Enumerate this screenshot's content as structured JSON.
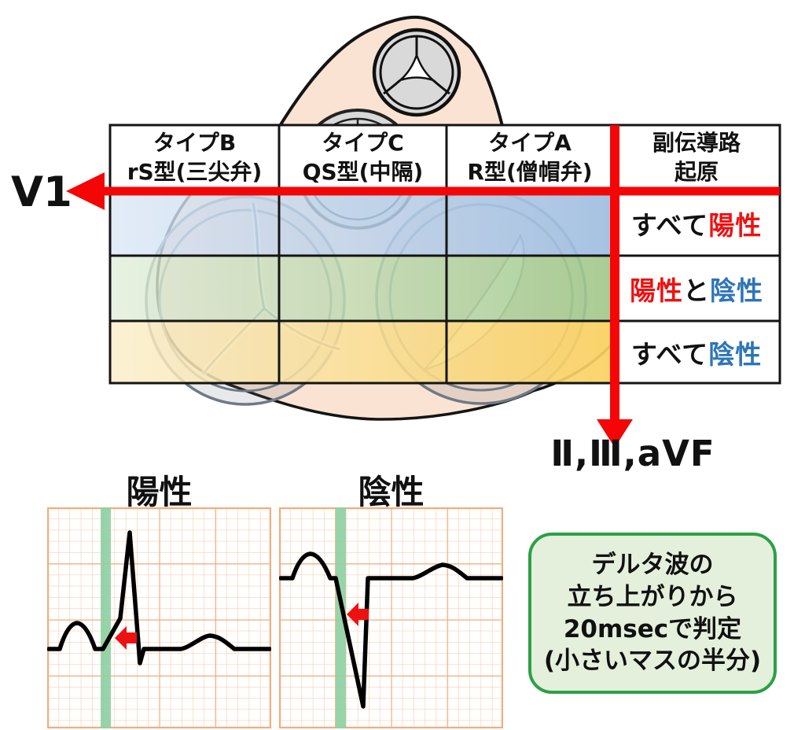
{
  "leads": {
    "horizontal_axis_label": "V1",
    "vertical_axis_label": "Ⅱ,Ⅲ,aVF"
  },
  "table": {
    "headers": [
      {
        "line1": "タイプB",
        "line2": "rS型(三尖弁)"
      },
      {
        "line1": "タイプC",
        "line2": "QS型(中隔)"
      },
      {
        "line1": "タイプA",
        "line2": "R型(僧帽弁)"
      },
      {
        "line1": "副伝導路",
        "line2": "起原"
      }
    ],
    "rows": [
      {
        "parts": [
          {
            "text": "すべて",
            "color": "black"
          },
          {
            "text": "陽性",
            "color": "red"
          }
        ]
      },
      {
        "parts": [
          {
            "text": "陽性",
            "color": "red"
          },
          {
            "text": "と",
            "color": "black"
          },
          {
            "text": "陰性",
            "color": "blue"
          }
        ]
      },
      {
        "parts": [
          {
            "text": "すべて",
            "color": "black"
          },
          {
            "text": "陰性",
            "color": "blue"
          }
        ]
      }
    ]
  },
  "ecg": {
    "positive_title": "陽性",
    "negative_title": "陰性"
  },
  "note": {
    "lines": [
      "デルタ波の",
      "立ち上がりから",
      "20msecで判定",
      "(小さいマスの半分)"
    ]
  },
  "palette": {
    "positive_red": "#ee1111",
    "negative_blue": "#2e75b6",
    "axis_arrow_red": "#f40606",
    "row_blue": "#9dbfe4",
    "row_green": "#9fc98b",
    "row_yellow": "#fad161",
    "heart_peach": "#fbe3d3",
    "valve_gray": "#d9d9d9",
    "ecg_grid_orange": "#f0ad7e",
    "ecg_band_green": "#8fd0a2",
    "note_border_green": "#2ca048",
    "note_fill_green": "#e4f0db"
  }
}
